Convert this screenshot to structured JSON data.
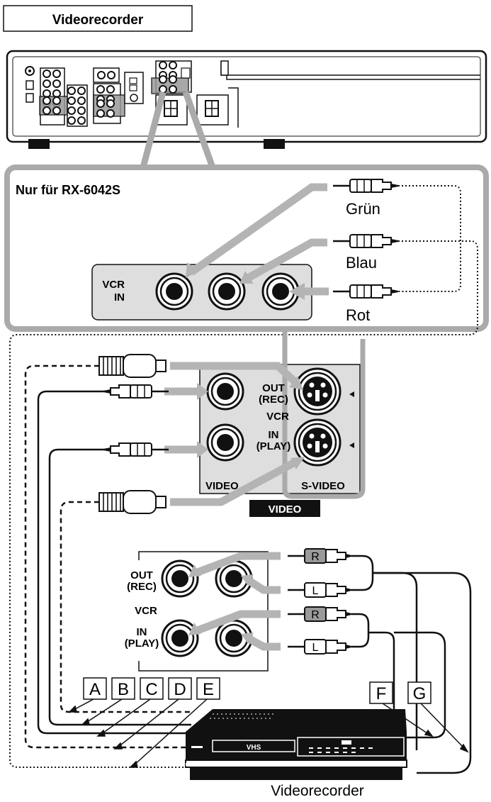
{
  "header": {
    "title": "Videorecorder"
  },
  "inset": {
    "title": "Nur für RX-6042S",
    "jack_label_line1": "VCR",
    "jack_label_line2": "IN",
    "plug_green": "Grün",
    "plug_blue": "Blau",
    "plug_red": "Rot"
  },
  "video_panel": {
    "out_line1": "OUT",
    "out_line2": "(REC)",
    "vcr": "VCR",
    "in_line1": "IN",
    "in_line2": "(PLAY)",
    "video": "VIDEO",
    "svideo": "S-VIDEO",
    "section": "VIDEO"
  },
  "audio_panel": {
    "out_line1": "OUT",
    "out_line2": "(REC)",
    "vcr": "VCR",
    "in_line1": "IN",
    "in_line2": "(PLAY)",
    "plug_r": "R",
    "plug_l": "L"
  },
  "callouts": [
    "A",
    "B",
    "C",
    "D",
    "E",
    "F",
    "G"
  ],
  "vcr": {
    "brand": "VHS",
    "caption": "Videorecorder"
  },
  "colors": {
    "line": "#111111",
    "arrow": "#b4b4b4",
    "panel": "#dedede",
    "plug_red": "#9a9a9a"
  }
}
